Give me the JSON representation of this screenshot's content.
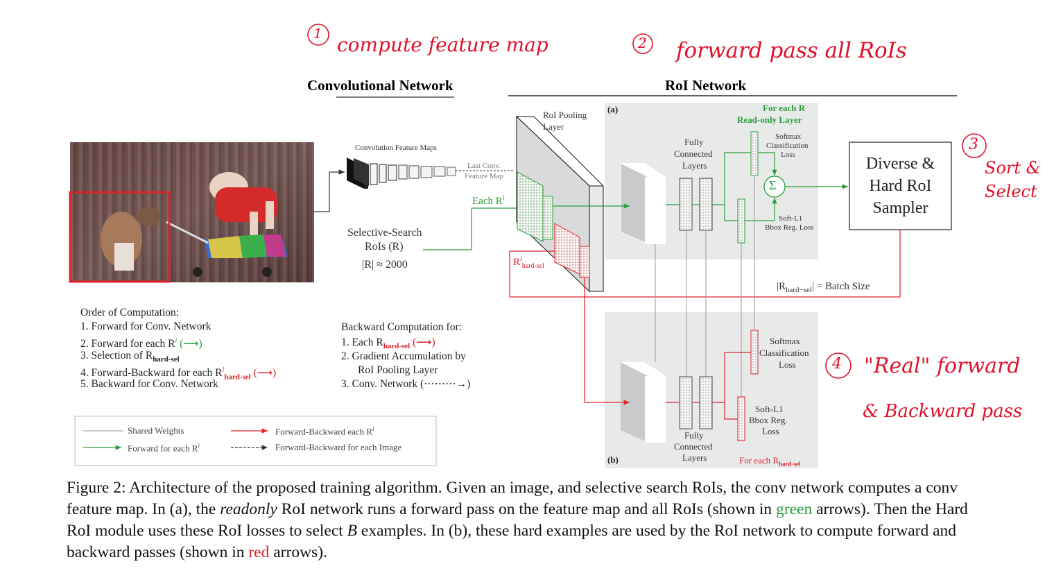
{
  "annotations": {
    "step1": "compute feature map",
    "step2": "forward pass all RoIs",
    "step3": "Sort & Select",
    "step4_line1": "\"Real\" forward",
    "step4_line2": "& Backward pass",
    "n1": "1",
    "n2": "2",
    "n3": "3",
    "n4": "4"
  },
  "headers": {
    "conv": "Convolutional Network",
    "roi": "RoI Network"
  },
  "diagram": {
    "conv_maps": "Convolution Feature Maps",
    "last_conv_1": "Last Conv.",
    "last_conv_2": "Feature Map",
    "ss_1": "Selective-Search",
    "ss_2": "RoIs (R)",
    "ss_3": "|R| ≈ 2000",
    "each_r": "Each R",
    "each_r_sup": "i",
    "hard_r": "R",
    "hard_r_sup": "i",
    "hard_r_sub": "hard-sel",
    "roi_pool_1": "RoI Pooling",
    "roi_pool_2": "Layer",
    "label_a": "(a)",
    "label_b": "(b)",
    "for_each_r": "For each R",
    "readonly": "Read-only Layer",
    "fc_a_1": "Fully",
    "fc_a_2": "Connected",
    "fc_a_3": "Layers",
    "softmax_a_1": "Softmax",
    "softmax_a_2": "Classification",
    "softmax_a_3": "Loss",
    "softl1_a_1": "Soft-L1",
    "softl1_a_2": "Bbox Reg. Loss",
    "sigma": "Σ",
    "sampler_1": "Diverse &",
    "sampler_2": "Hard RoI",
    "sampler_3": "Sampler",
    "batch_pre": "|R",
    "batch_sub": "hard−sel",
    "batch_post": "| = Batch Size",
    "softmax_b_1": "Softmax",
    "softmax_b_2": "Classification",
    "softmax_b_3": "Loss",
    "softl1_b_1": "Soft-L1",
    "softl1_b_2": "Bbox Reg.",
    "softl1_b_3": "Loss",
    "fc_b_1": "Fully",
    "fc_b_2": "Connected",
    "fc_b_3": "Layers",
    "for_each_hard": "For each R",
    "for_each_hard_sub": "hard-sel"
  },
  "order": {
    "title": "Order of Computation:",
    "items": [
      "1.  Forward for Conv. Network",
      "2.  Forward for each R",
      "3.  Selection of R",
      "4.  Forward-Backward for each R",
      "5.  Backward for Conv. Network"
    ],
    "sup_i": "i",
    "arrow_green": "(⟶)",
    "sub_hard": "hard-sel",
    "arrow_red": "(⟶)"
  },
  "backward": {
    "title": "Backward Computation for:",
    "item1": "1.  Each R",
    "item1_sub": "hard-sel",
    "item1_arrow": "(⟶)",
    "item2a": "2.  Gradient Accumulation by",
    "item2b": "RoI Pooling Layer",
    "item3": "3.  Conv. Network (⋯⋯⋯→)"
  },
  "legend": {
    "shared": "Shared Weights",
    "fwd_each": "Forward for each R",
    "fb_each": "Forward-Backward each R",
    "fb_image": "Forward-Backward for each Image",
    "sup": "i"
  },
  "caption": {
    "part1": "Figure 2:  Architecture of the proposed training algorithm.  Given an image, and selective search RoIs, the conv network computes a conv feature map. In (a), the ",
    "readonly": "readonly",
    "part2": " RoI network runs a forward pass on the feature map and all RoIs (shown in ",
    "green": "green",
    "part3": " arrows). Then the Hard RoI module uses these RoI losses to select ",
    "B": "B",
    "part4": " examples. In (b), these hard examples are used by the RoI network to compute forward and backward passes (shown in ",
    "red": "red",
    "part5": " arrows)."
  },
  "colors": {
    "green": "#2a9d3a",
    "red": "#e0202a",
    "panel": "#e8eaea"
  }
}
